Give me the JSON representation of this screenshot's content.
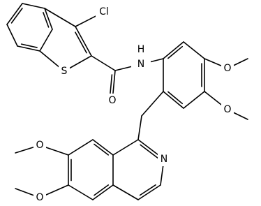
{
  "molecule": {
    "atoms": [
      {
        "id": "cl",
        "label": "Cl"
      },
      {
        "id": "s",
        "label": "S"
      },
      {
        "id": "nh",
        "label": "N"
      },
      {
        "id": "h",
        "label": "H"
      },
      {
        "id": "o_carbonyl",
        "label": "O"
      },
      {
        "id": "o_methoxy_a1",
        "label": "O"
      },
      {
        "id": "o_methoxy_a2",
        "label": "O"
      },
      {
        "id": "o_methoxy_i1",
        "label": "O"
      },
      {
        "id": "o_methoxy_i2",
        "label": "O"
      },
      {
        "id": "n_ring",
        "label": "N"
      }
    ]
  }
}
